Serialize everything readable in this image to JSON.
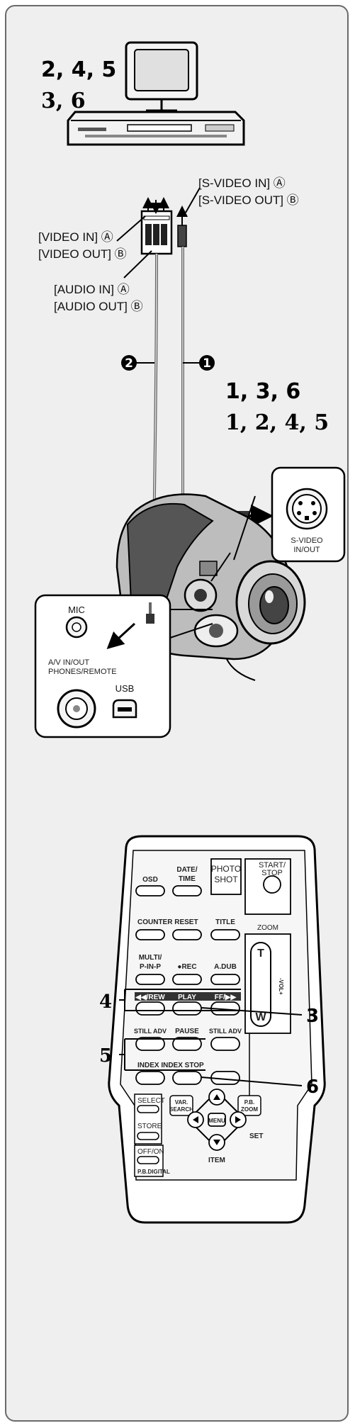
{
  "top_steps": {
    "line1": "2, 4, 5",
    "line2": "3, 6"
  },
  "right_steps": {
    "line1": "1, 3, 6",
    "line2": "1, 2, 4, 5"
  },
  "labels": {
    "s_video_in": "[S-VIDEO IN] Ⓐ",
    "s_video_out": "[S-VIDEO OUT] Ⓑ",
    "video_in": "[VIDEO IN] Ⓐ",
    "video_out": "[VIDEO OUT] Ⓑ",
    "audio_in": "[AUDIO IN] Ⓐ",
    "audio_out": "[AUDIO OUT] Ⓑ"
  },
  "cables": {
    "cable1": "1",
    "cable2": "2"
  },
  "camera_ports": {
    "s_video_line1": "S-VIDEO",
    "s_video_line2": "IN/OUT",
    "mic": "MIC",
    "av_line1": "A/V IN/OUT",
    "av_line2": "PHONES/REMOTE",
    "usb": "USB"
  },
  "remote": {
    "osd": "OSD",
    "date_time_1": "DATE/",
    "date_time_2": "TIME",
    "photo_shot_1": "PHOTO",
    "photo_shot_2": "SHOT",
    "start_stop_1": "START/",
    "start_stop_2": "STOP",
    "counter_reset": "COUNTER RESET",
    "title": "TITLE",
    "zoom": "ZOOM",
    "multi_1": "MULTI/",
    "multi_2": "P-IN-P",
    "rec": "●REC",
    "a_dub": "A.DUB",
    "zoom_t": "T",
    "zoom_w": "W",
    "vol": "-VOL+",
    "rew": "◀◀/REW",
    "play": "PLAY",
    "ff": "FF/▶▶",
    "still_adv_l": "STILL ADV",
    "pause": "PAUSE",
    "still_adv_r": "STILL ADV",
    "index_stop": "INDEX INDEX STOP",
    "select": "SELECT",
    "var_search_1": "VAR.",
    "var_search_2": "SEARCH",
    "pb_zoom_1": "P.B.",
    "pb_zoom_2": "ZOOM",
    "store": "STORE",
    "menu": "MENU",
    "set": "SET",
    "off_on": "OFF/ON",
    "item": "ITEM",
    "pb_digital": "P.B.DIGITAL"
  },
  "remote_callouts": {
    "c4": "4",
    "c5": "5",
    "c3": "3",
    "c6": "6"
  }
}
